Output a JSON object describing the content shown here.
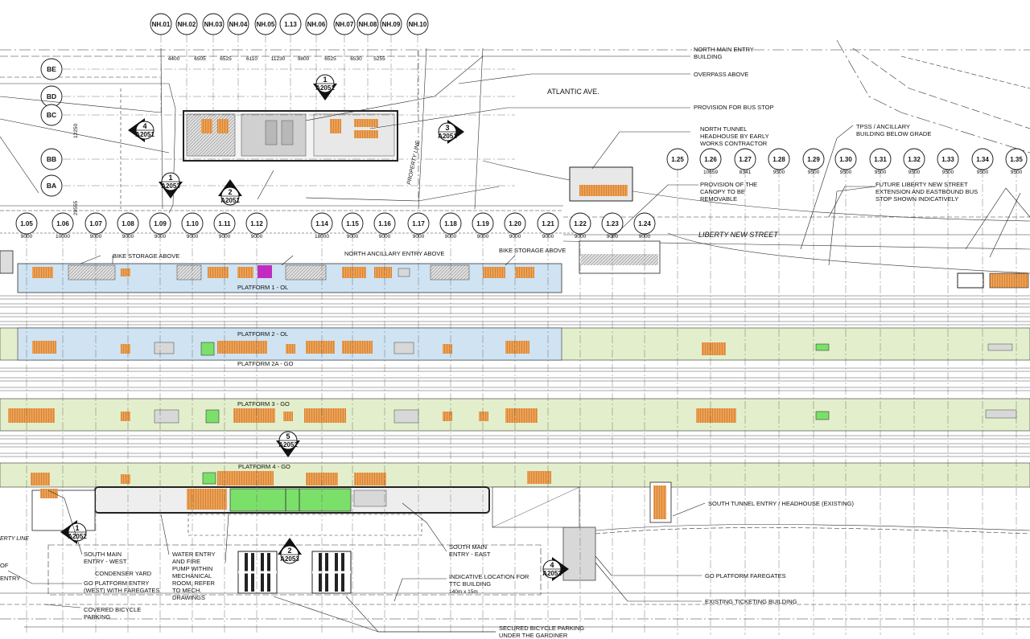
{
  "gridlines_north": [
    {
      "id": "NH.01",
      "dim": ""
    },
    {
      "id": "NH.02",
      "dim": "4400"
    },
    {
      "id": "NH.03",
      "dim": "6505"
    },
    {
      "id": "NH.04",
      "dim": "6525"
    },
    {
      "id": "NH.05",
      "dim": "6110"
    },
    {
      "id": "1.13",
      "dim": "11230"
    },
    {
      "id": "NH.06",
      "dim": "9800"
    },
    {
      "id": "NH.07",
      "dim": "6525"
    },
    {
      "id": "NH.08",
      "dim": "6530"
    },
    {
      "id": "NH.09",
      "dim": "5255"
    },
    {
      "id": "NH.10",
      "dim": ""
    }
  ],
  "gridlines_main": [
    {
      "id": "1.05",
      "dim": "9000"
    },
    {
      "id": "1.06",
      "dim": "10000"
    },
    {
      "id": "1.07",
      "dim": "9000"
    },
    {
      "id": "1.08",
      "dim": "9000"
    },
    {
      "id": "1.09",
      "dim": "9000"
    },
    {
      "id": "1.10",
      "dim": "9000"
    },
    {
      "id": "1.11",
      "dim": "9000"
    },
    {
      "id": "1.12",
      "dim": "9000"
    },
    {
      "id": "1.14",
      "dim": "18000"
    },
    {
      "id": "1.15",
      "dim": "9000"
    },
    {
      "id": "1.16",
      "dim": "9000"
    },
    {
      "id": "1.17",
      "dim": "9000"
    },
    {
      "id": "1.18",
      "dim": "9000"
    },
    {
      "id": "1.19",
      "dim": "9000"
    },
    {
      "id": "1.20",
      "dim": "9000"
    },
    {
      "id": "1.21",
      "dim": "9000"
    },
    {
      "id": "1.22",
      "dim": "9000"
    },
    {
      "id": "1.23",
      "dim": "9000"
    },
    {
      "id": "1.24",
      "dim": "9000"
    }
  ],
  "gridlines_east": [
    {
      "id": "1.25",
      "dim": ""
    },
    {
      "id": "1.26",
      "dim": "10659"
    },
    {
      "id": "1.27",
      "dim": "8341"
    },
    {
      "id": "1.28",
      "dim": "9500"
    },
    {
      "id": "1.29",
      "dim": "9500"
    },
    {
      "id": "1.30",
      "dim": "9500"
    },
    {
      "id": "1.31",
      "dim": "9500"
    },
    {
      "id": "1.32",
      "dim": "9500"
    },
    {
      "id": "1.33",
      "dim": "9500"
    },
    {
      "id": "1.34",
      "dim": "9500"
    },
    {
      "id": "1.35",
      "dim": "9500"
    }
  ],
  "row_grid": [
    "BE",
    "BD",
    "BC",
    "BB",
    "BA"
  ],
  "row_dims": {
    "bc_bb": "12250",
    "ba_main": "29555"
  },
  "section_markers": [
    {
      "num": "1",
      "ref": "A2051"
    },
    {
      "num": "4",
      "ref": "A2051"
    },
    {
      "num": "3",
      "ref": "A2051"
    },
    {
      "num": "1",
      "ref": "A2053"
    },
    {
      "num": "2",
      "ref": "A2051"
    },
    {
      "num": "5",
      "ref": "A2052"
    },
    {
      "num": "1",
      "ref": "A2052"
    },
    {
      "num": "2",
      "ref": "A2053"
    },
    {
      "num": "4",
      "ref": "A2052"
    }
  ],
  "platforms": {
    "p1": "PLATFORM 1 - OL",
    "p2": "PLATFORM 2 - OL",
    "p2a": "PLATFORM 2A - GO",
    "p3": "PLATFORM 3 - GO",
    "p4": "PLATFORM 4 - GO"
  },
  "labels": {
    "north_main_entry": [
      "NORTH MAIN ENTRY",
      "BUILDING"
    ],
    "overpass": "OVERPASS ABOVE",
    "atlantic": "ATLANTIC AVE.",
    "bus_stop": "PROVISION FOR BUS STOP",
    "north_tunnel": [
      "NORTH TUNNEL",
      "HEADHOUSE BY EARLY",
      "WORKS CONTRACTOR"
    ],
    "tpss": [
      "TPSS / ANCILLARY",
      "BUILDING BELOW GRADE"
    ],
    "canopy": [
      "PROVISION OF THE",
      "CANOPY TO BE",
      "REMOVABLE"
    ],
    "future_liberty": [
      "FUTURE LIBERTY NEW STREET",
      "EXTENSION AND EASTBOUND BUS",
      "STOP SHOWN INDICATIVELY"
    ],
    "liberty_new_street": "LIBERTY NEW STREET",
    "property_line": "PROPERTY LINE",
    "liberty_line": "ERTY LINE",
    "bike_storage_west": "BIKE STORAGE ABOVE",
    "north_ancillary": "NORTH ANCILLARY ENTRY ABOVE",
    "bike_storage_east": "BIKE STORAGE ABOVE",
    "south_tunnel": "SOUTH TUNNEL ENTRY / HEADHOUSE (EXISTING)",
    "south_main_west": [
      "SOUTH MAIN",
      "ENTRY - WEST"
    ],
    "condenser": "CONDENSER YARD",
    "go_platform_entry": [
      "GO PLATFORM ENTRY",
      "(WEST) WITH FAREGATES"
    ],
    "water_entry": [
      "WATER ENTRY",
      "AND FIRE",
      "PUMP WITHIN",
      "MECHANICAL",
      "ROOM, REFER",
      "TO MECH.",
      "DRAWINGS"
    ],
    "south_main_east": [
      "SOUTH MAIN",
      "ENTRY - EAST"
    ],
    "ttc": [
      "INDICATIVE LOCATION FOR",
      "TTC BUILDING",
      "140m x 15m"
    ],
    "go_faregates": "GO PLATFORM FAREGATES",
    "ticketing": "EXISTING TICKETING BUILDING",
    "covered_bike": [
      "COVERED BICYCLE",
      "PARKING"
    ],
    "secured_bike": [
      "SECURED BICYCLE PARKING",
      "UNDER THE GARDINER"
    ],
    "left_partial": [
      "OF",
      "ENTRY"
    ]
  },
  "colors": {
    "platform_ol": "#cfe3f2",
    "platform_go": "#e3efcc",
    "stair": "#f0a050",
    "elevator": "#7be06a",
    "ancillary": "#c02cc0",
    "building": "#d8d8d8"
  }
}
